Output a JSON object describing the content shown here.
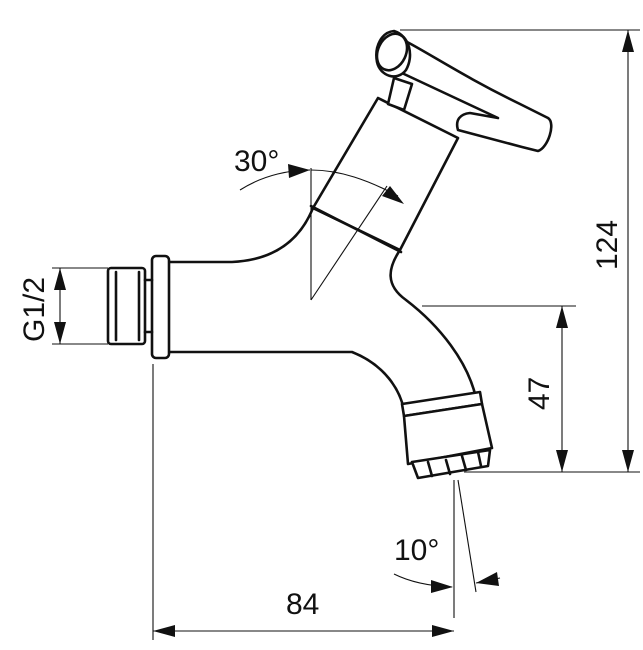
{
  "dimensions": {
    "thread": "G1/2",
    "angle_top": "30°",
    "angle_bottom": "10°",
    "width": "84",
    "height_total": "124",
    "height_outlet": "47"
  },
  "colors": {
    "line": "#111111",
    "background": "#ffffff"
  }
}
